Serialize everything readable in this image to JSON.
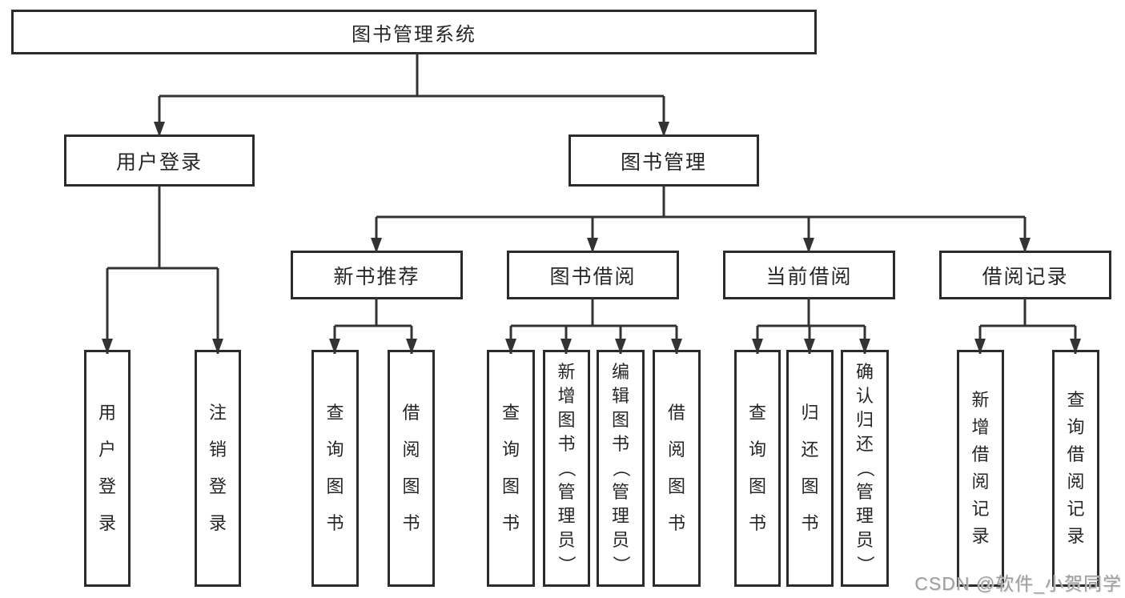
{
  "colors": {
    "line": "#333333",
    "box_border": "#2b2b2b",
    "text": "#262626",
    "watermark": "#9e9e9e",
    "background": "#ffffff"
  },
  "watermark": {
    "text": "CSDN @软件_小贺同学"
  },
  "tree": {
    "label": "图书管理系统",
    "children": [
      {
        "label": "用户登录",
        "children": [
          {
            "label": "用户登录"
          },
          {
            "label": "注销登录"
          }
        ]
      },
      {
        "label": "图书管理",
        "children": [
          {
            "label": "新书推荐",
            "children": [
              {
                "label": "查询图书"
              },
              {
                "label": "借阅图书"
              }
            ]
          },
          {
            "label": "图书借阅",
            "children": [
              {
                "label": "查询图书"
              },
              {
                "label": "新增图书（管理员）"
              },
              {
                "label": "编辑图书（管理员）"
              },
              {
                "label": "借阅图书"
              }
            ]
          },
          {
            "label": "当前借阅",
            "children": [
              {
                "label": "查询图书"
              },
              {
                "label": "归还图书"
              },
              {
                "label": "确认归还（管理员）"
              }
            ]
          },
          {
            "label": "借阅记录",
            "children": [
              {
                "label": "新增借阅记录"
              },
              {
                "label": "查询借阅记录"
              }
            ]
          }
        ]
      }
    ]
  }
}
